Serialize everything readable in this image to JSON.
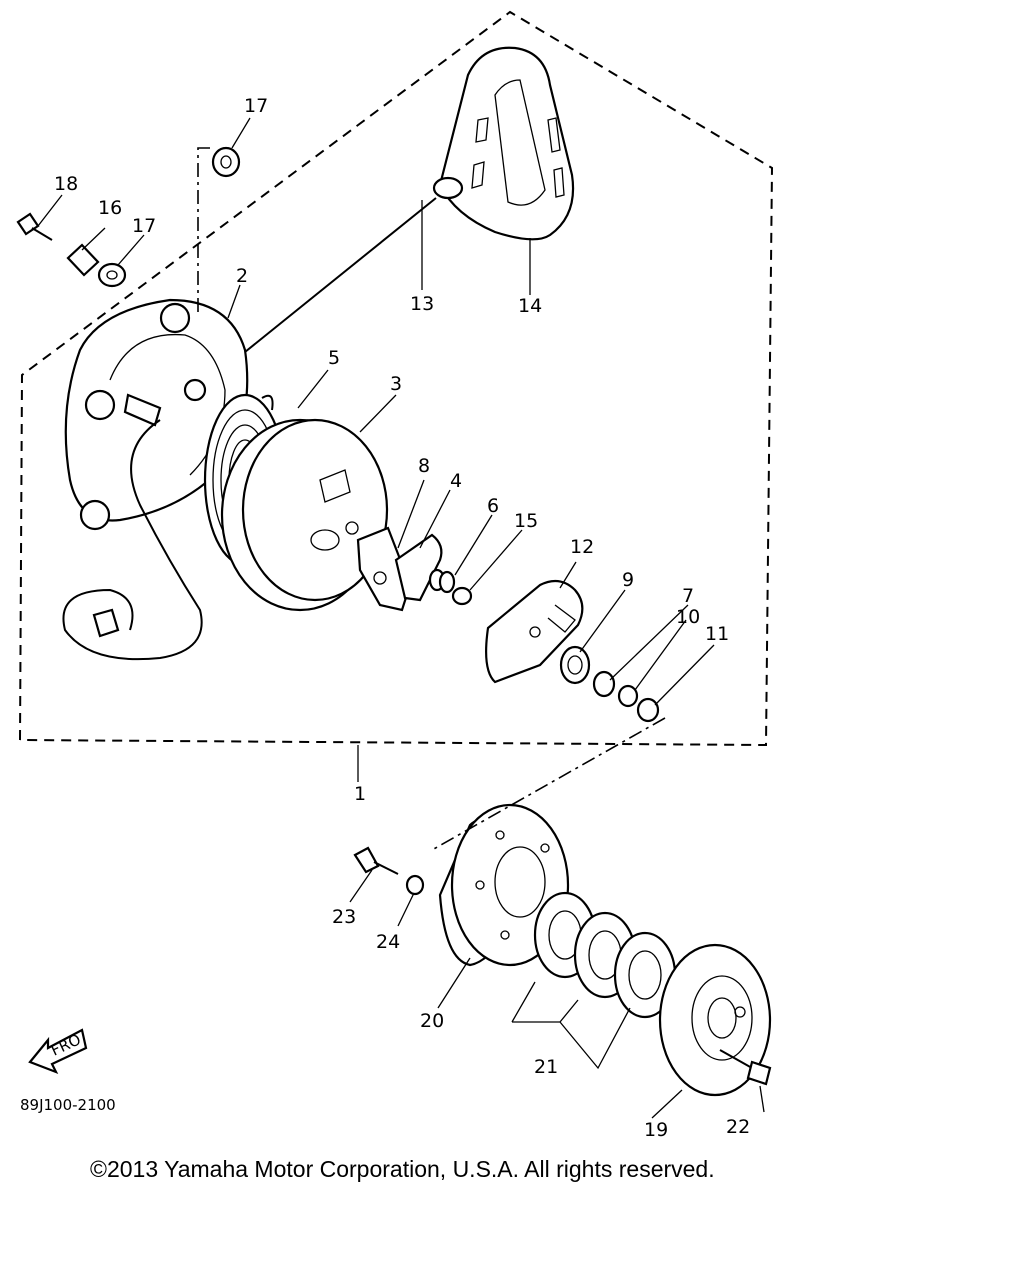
{
  "callouts": [
    {
      "id": "c1",
      "text": "1"
    },
    {
      "id": "c2",
      "text": "2"
    },
    {
      "id": "c3",
      "text": "3"
    },
    {
      "id": "c4",
      "text": "4"
    },
    {
      "id": "c5",
      "text": "5"
    },
    {
      "id": "c6",
      "text": "6"
    },
    {
      "id": "c7",
      "text": "7"
    },
    {
      "id": "c8",
      "text": "8"
    },
    {
      "id": "c9",
      "text": "9"
    },
    {
      "id": "c10",
      "text": "10"
    },
    {
      "id": "c11",
      "text": "11"
    },
    {
      "id": "c12",
      "text": "12"
    },
    {
      "id": "c13",
      "text": "13"
    },
    {
      "id": "c14",
      "text": "14"
    },
    {
      "id": "c15",
      "text": "15"
    },
    {
      "id": "c16",
      "text": "16"
    },
    {
      "id": "c17a",
      "text": "17"
    },
    {
      "id": "c17b",
      "text": "17"
    },
    {
      "id": "c18",
      "text": "18"
    },
    {
      "id": "c19",
      "text": "19"
    },
    {
      "id": "c20",
      "text": "20"
    },
    {
      "id": "c21",
      "text": "21"
    },
    {
      "id": "c22",
      "text": "22"
    },
    {
      "id": "c23",
      "text": "23"
    },
    {
      "id": "c24",
      "text": "24"
    }
  ],
  "drawing_code": "89J100-2100",
  "front_marker": "FRO",
  "copyright": "©2013 Yamaha Motor Corporation, U.S.A. All rights reserved."
}
